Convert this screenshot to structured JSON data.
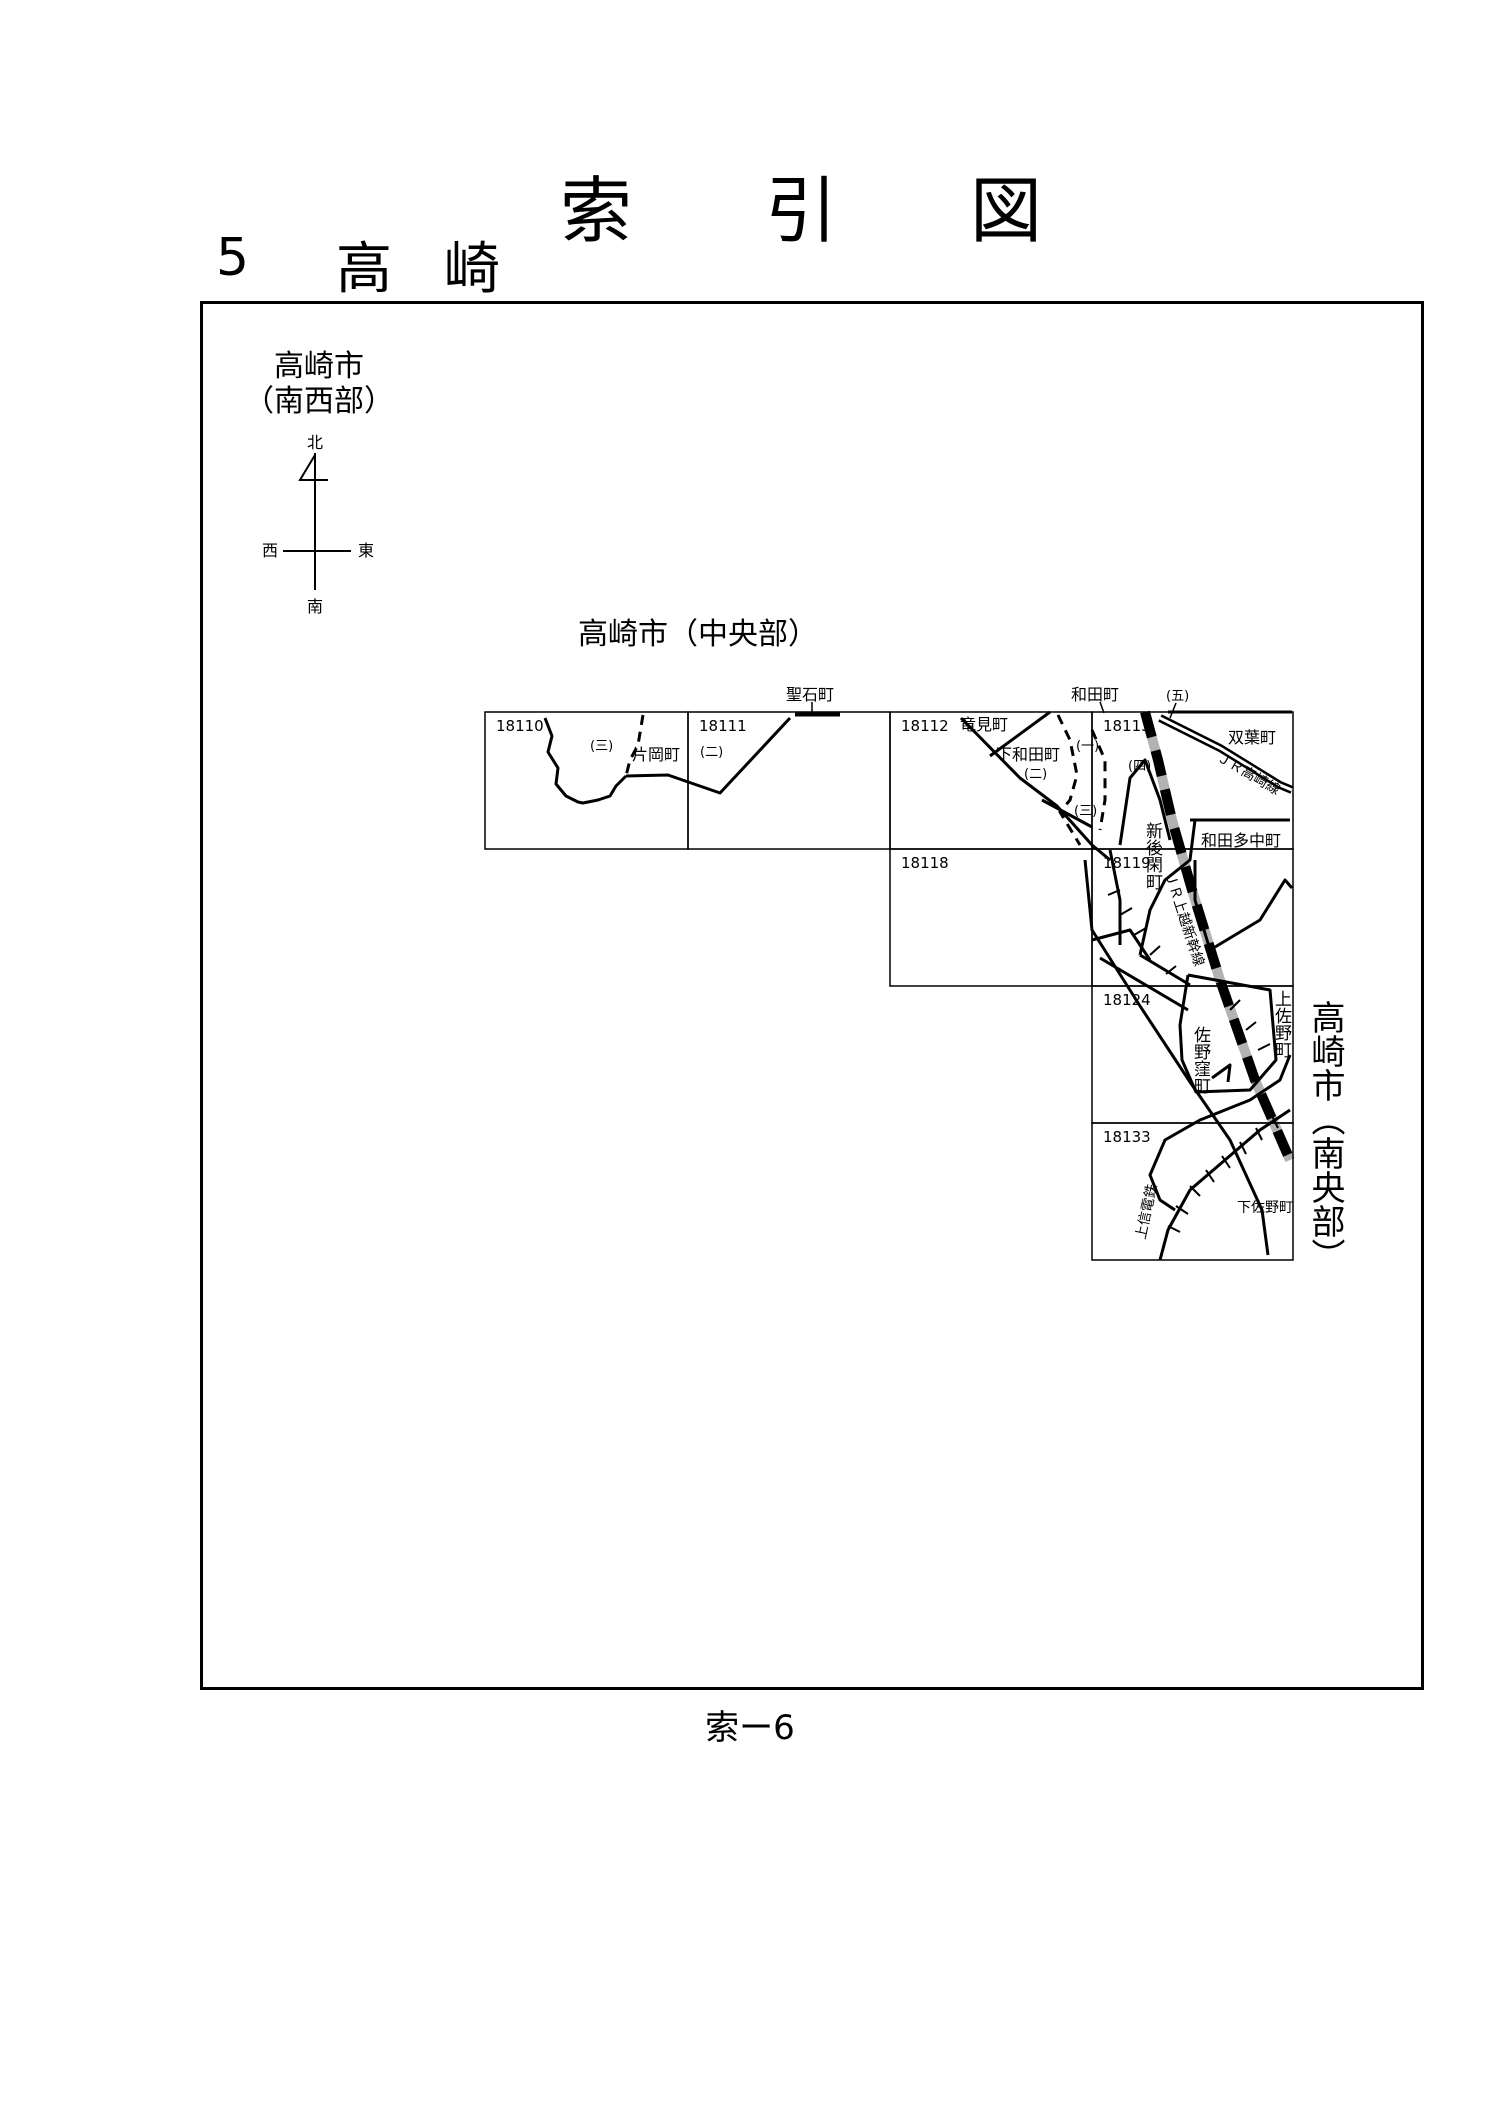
{
  "header": {
    "title_chars": [
      "索",
      "引",
      "図"
    ],
    "section_number": "5",
    "section_name": "高崎"
  },
  "compass": {
    "north": "北",
    "south": "南",
    "east": "東",
    "west": "西"
  },
  "region_labels": {
    "southwest": "高崎市\n（南西部）",
    "central": "高崎市（中央部）",
    "south_central": "高崎市（南央部）"
  },
  "sheets": [
    {
      "id": "18110"
    },
    {
      "id": "18111"
    },
    {
      "id": "18112"
    },
    {
      "id": "18113"
    },
    {
      "id": "18118"
    },
    {
      "id": "18119"
    },
    {
      "id": "18124"
    },
    {
      "id": "18133"
    }
  ],
  "town_labels": {
    "shoseki": "聖石町",
    "wada": "和田町",
    "go": "(五)",
    "katanaka": "片岡町",
    "san_a": "(三)",
    "ni_a": "(二)",
    "ryuken": "竜見町",
    "shimowada": "下和田町",
    "ichi": "(一)",
    "ni_b": "(二)",
    "yon": "(四)",
    "san_b": "(三)",
    "futaba": "双葉町",
    "jr_takasaki": "ＪＲ高崎線",
    "wada_tanaka": "和田多中町",
    "shingoseki": "新後閑町",
    "joetsu_shinkansen": "ＪＲ上越新幹線",
    "kamisano": "上佐野町",
    "sanokubo": "佐野窪町",
    "joshin": "上信電鉄",
    "shimosano": "下佐野町"
  },
  "footer": {
    "page_number": "索ー6"
  }
}
